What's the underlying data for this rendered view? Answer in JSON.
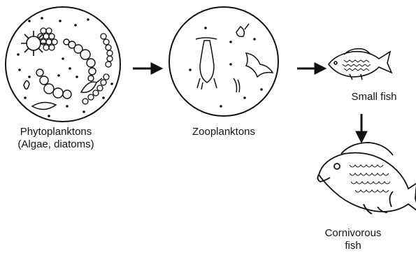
{
  "stages": {
    "phytoplankton": {
      "label_line1": "Phytoplanktons",
      "label_line2": "(Algae, diatoms)"
    },
    "zooplankton": {
      "label": "Zooplanktons"
    },
    "small_fish": {
      "label": "Small fish"
    },
    "carnivorous_fish": {
      "label_line1": "Cornivorous",
      "label_line2": "fish"
    }
  },
  "colors": {
    "ink": "#111111",
    "background": "#ffffff"
  }
}
